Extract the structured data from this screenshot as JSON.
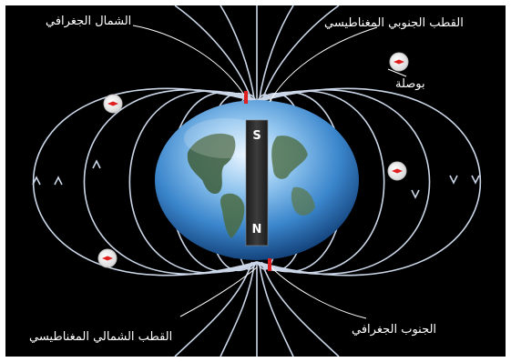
{
  "labels": {
    "geographic_north": "الشمال الجغرافي",
    "magnetic_south_pole": "القطب الجنوبي المغناطيسي",
    "compass": "بوصلة",
    "magnetic_north_pole": "القطب الشمالي المغناطيسي",
    "geographic_south": "الجنوب الجغرافي"
  },
  "magnet": {
    "top_pole": "S",
    "bottom_pole": "N"
  },
  "colors": {
    "background": "#000000",
    "field_lines": "#d6e3f5",
    "magnet": "#2b2b2b",
    "compass_needle": "#e02020"
  }
}
